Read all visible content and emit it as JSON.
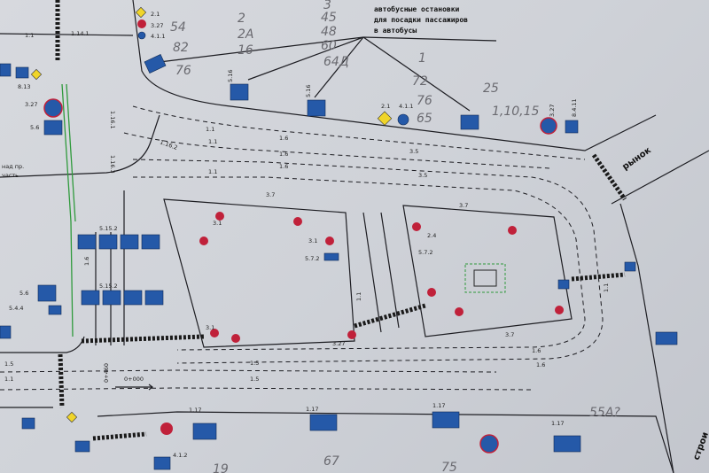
{
  "legend": {
    "title_lines": [
      "автобусные остановки",
      "для посадки пассажиров",
      "в автобусы"
    ]
  },
  "handwritten_routes": [
    "54",
    "82",
    "76",
    "2",
    "2А",
    "16",
    "3",
    "45",
    "48",
    "60",
    "64Д",
    "1",
    "72",
    "76",
    "65",
    "25",
    "1,10,15",
    "55А?",
    "67",
    "75",
    "19"
  ],
  "street_labels": {
    "market": "рынок",
    "construction": "строи",
    "left": "над пр.",
    "left2": "часть"
  },
  "chainage": {
    "km_460": "0+460",
    "km_000": "0+000"
  },
  "lane_marks": {
    "m11": "1.1",
    "m15": "1.5",
    "m16": "1.6",
    "m35": "3.5",
    "m37": "3.7",
    "m1141": "1.14.1",
    "m1161": "1.16.1",
    "m1162": "1.16.2",
    "m1163": "1.16.3",
    "m1152": "5.15.2"
  },
  "sign_codes": {
    "s21": "2.1",
    "s327": "3.27",
    "s411": "4.1.1",
    "s516": "5.16",
    "s56": "5.6",
    "s8411": "8.4.11",
    "s31": "3.1",
    "s572": "5.7.2",
    "s24": "2.4",
    "s117": "1.17",
    "s813": "8.13",
    "s541": "5.4.4",
    "s412": "4.1.2"
  },
  "colors": {
    "sign_blue": "#2559a8",
    "sign_red": "#c0213a",
    "sign_yellow": "#f0d52a",
    "route_green": "#2f9a3c"
  }
}
